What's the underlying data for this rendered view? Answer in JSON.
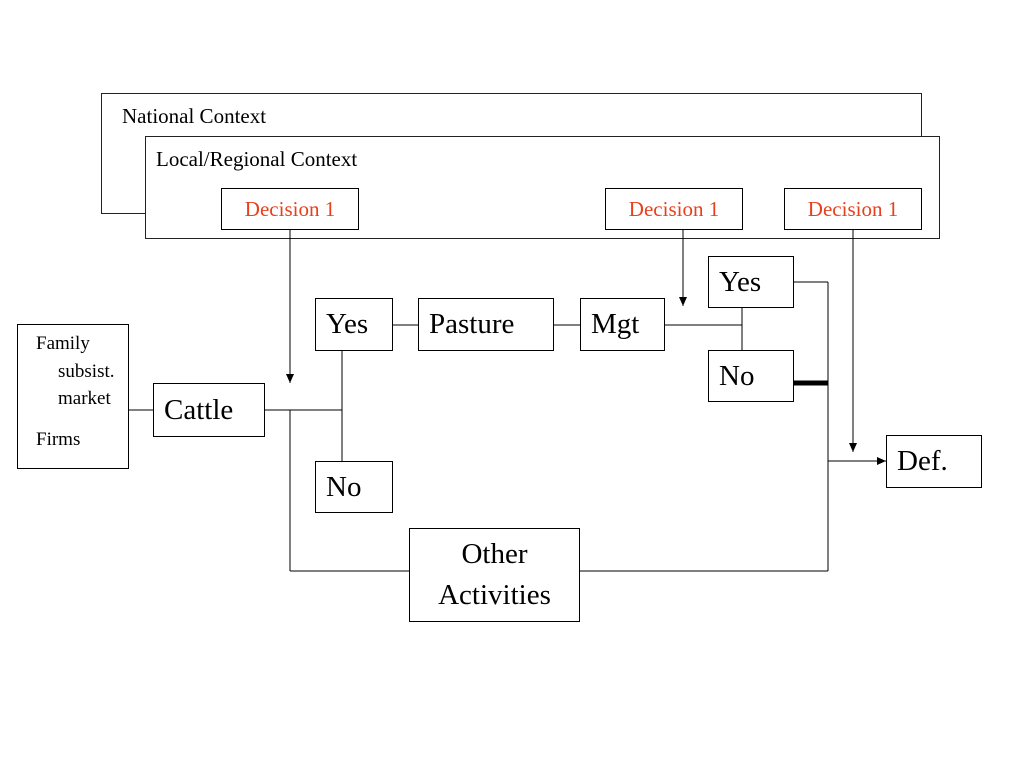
{
  "contexts": {
    "national": "National Context",
    "local": "Local/Regional Context"
  },
  "decisions": [
    "Decision 1",
    "Decision 1",
    "Decision 1"
  ],
  "actors": {
    "family": "Family",
    "subsist": "subsist.",
    "market": "market",
    "firms": "Firms"
  },
  "nodes": {
    "cattle": "Cattle",
    "yes_cattle": "Yes",
    "no_cattle": "No",
    "pasture": "Pasture",
    "mgt": "Mgt",
    "yes_mgt": "Yes",
    "no_mgt": "No",
    "def": "Def.",
    "other_line1": "Other",
    "other_line2": "Activities"
  },
  "colors": {
    "decision_text": "#e8401c",
    "line": "#000000"
  }
}
